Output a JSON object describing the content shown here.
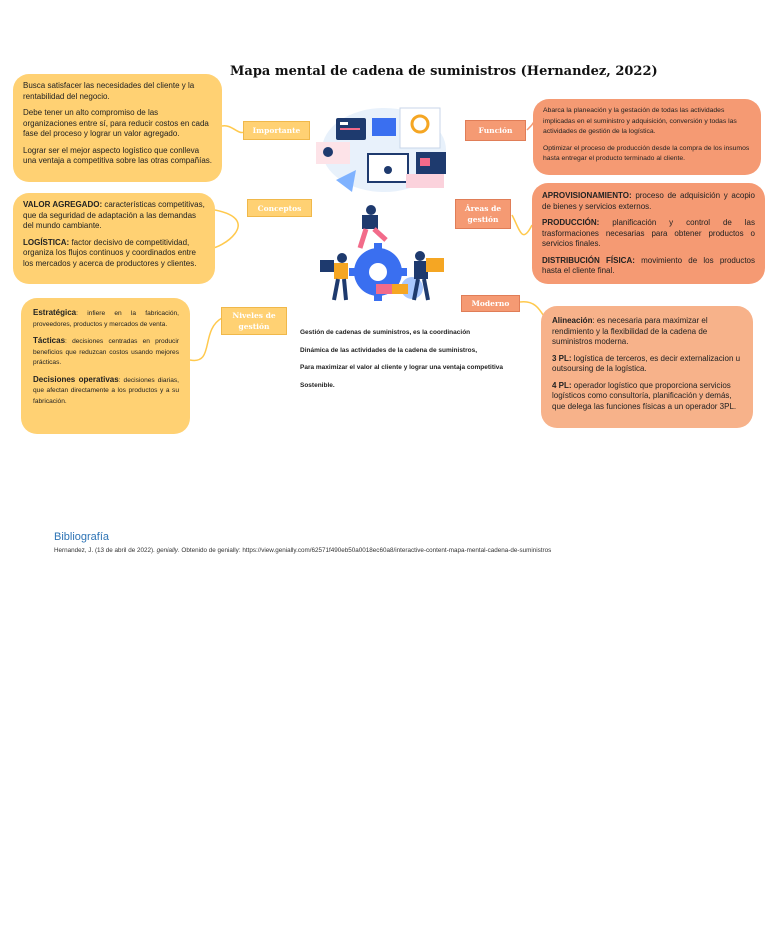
{
  "title": "Mapa mental de cadena de suministros    (Hernandez, 2022)",
  "labels": {
    "importante": "Importante",
    "conceptos": "Conceptos",
    "niveles": "Niveles de gestión",
    "funcion": "Función",
    "areas": "Áreas de gestión",
    "moderno": "Moderno"
  },
  "importante": {
    "p1": "Busca satisfacer las necesidades del cliente y la rentabilidad del negocio.",
    "p2": "Debe tener un alto compromiso de las organizaciones entre sí, para reducir costos en cada fase del proceso y lograr un valor agregado.",
    "p3": "Lograr ser el mejor  aspecto logístico que conlleva una ventaja  a competitiva sobre las otras compañías."
  },
  "conceptos": {
    "va_term": "VALOR AGREGADO:",
    "va_text": " características competitivas, que da seguridad de adaptación a las demandas del mundo cambiante.",
    "log_term": "LOGÍSTICA:",
    "log_text": " factor decisivo de competitividad, organiza los flujos  continuos y coordinados entre los mercados y acerca de productores y clientes."
  },
  "niveles": {
    "e_term": "Estratégica",
    "e_text": ": infiere en la fabricación, proveedores, productos y mercados de venta.",
    "t_term": "Tácticas",
    "t_text": ": decisiones centradas en producir beneficios que reduzcan costos usando mejores prácticas.",
    "o_term": "Decisiones operativas",
    "o_text": ": decisiones diarias, que afectan directamente a los productos y a su fabricación."
  },
  "funcion": {
    "p1": "Abarca la planeación y la gestación de todas las actividades implicadas en el suministro y adquisición, conversión y todas las actividades de gestión de la logística.",
    "p2": "Optimizar el proceso  de producción desde la compra de los insumos  hasta entregar  el producto terminado al cliente."
  },
  "areas": {
    "a_term": "APROVISIONAMIENTO:",
    "a_text": " proceso de adquisición y acopio de bienes y servicios externos.",
    "p_term": "PRODUCCIÓN:",
    "p_text": " planificación y control  de las trasformaciones necesarias para obtener productos o servicios finales.",
    "d_term": "DISTRIBUCIÓN FÍSICA:",
    "d_text": " movimiento de los productos hasta el cliente final."
  },
  "moderno": {
    "al_term": "Alineación",
    "al_text": ": es necesaria para maximizar el rendimiento y la flexibilidad de la cadena de suministros moderna.",
    "p3_term": "3 PL:",
    "p3_text": " logística de terceros, es decir externalizacion u  outsoursing de la logística.",
    "p4_term": "4 PL:",
    "p4_text": " operador logístico que proporciona servicios logísticos como consultoría, planificación  y demás, que delega las funciones físicas a un operador 3PL."
  },
  "center": {
    "l1": "Gestión de cadenas de suministros, es la coordinación",
    "l2": "Dinámica de las actividades de la cadena de suministros,",
    "l3": "Para maximizar el valor al cliente y lograr una ventaja competitiva",
    "l4": "Sostenible."
  },
  "bibliography": {
    "heading": "Bibliografía",
    "entry_pre": "Hernandez, J. (13 de abril de 2022). ",
    "entry_italic": "genially",
    "entry_post": ". Obtenido de genially: https://view.genially.com/62571f490eb50a0018ec60a8/interactive-content-mapa-mental-cadena-de-suministros"
  },
  "colors": {
    "yellow": "#ffd173",
    "salmon": "#f59a73",
    "peach": "#f7b28a",
    "link": "#2e74b5"
  }
}
